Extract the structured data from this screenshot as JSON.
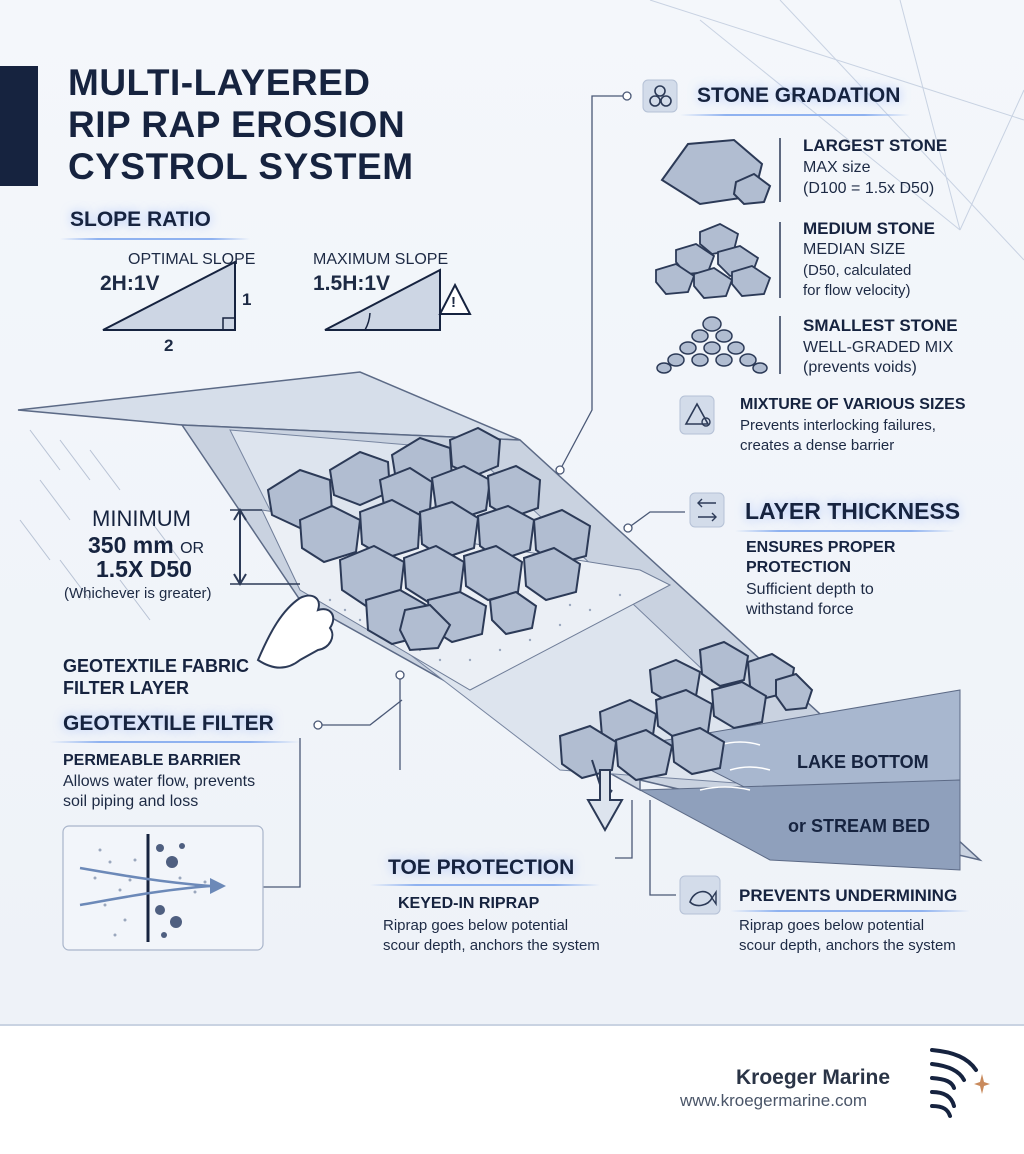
{
  "title": {
    "line1": "MULTI-LAYERED",
    "line2": "RIP RAP EROSION",
    "line3": "CYSTROL SYSTEM"
  },
  "slope_ratio": {
    "heading": "SLOPE RATIO",
    "optimal": {
      "label": "OPTIMAL SLOPE",
      "value": "2H:1V",
      "rise": "1",
      "run": "2"
    },
    "maximum": {
      "label": "MAXIMUM SLOPE",
      "value": "1.5H:1V"
    },
    "warning_glyph": "!"
  },
  "stone_gradation": {
    "heading": "STONE GRADATION",
    "largest": {
      "title": "LARGEST STONE",
      "line1": "MAX size",
      "line2": "(D100 = 1.5x D50)"
    },
    "medium": {
      "title": "MEDIUM STONE",
      "line1": "MEDIAN SIZE",
      "line2": "(D50, calculated",
      "line3": "for flow velocity)"
    },
    "smallest": {
      "title": "SMALLEST STONE",
      "line1": "WELL-GRADED MIX",
      "line2": "(prevents voids)"
    },
    "mixture": {
      "title": "MIXTURE OF VARIOUS SIZES",
      "line1": "Prevents interlocking failures,",
      "line2": "creates a dense barrier"
    }
  },
  "layer_thickness": {
    "heading": "LAYER THICKNESS",
    "subtitle1": "ENSURES PROPER",
    "subtitle2": "PROTECTION",
    "line1": "Sufficient depth to",
    "line2": "withstand force"
  },
  "minimum": {
    "label": "MINIMUM",
    "value_main": "350 mm",
    "value_or": "OR",
    "value_alt": "1.5X D50",
    "note": "(Whichever is greater)"
  },
  "geotextile_fabric": {
    "line1": "GEOTEXTILE FABRIC",
    "line2": "FILTER LAYER"
  },
  "geotextile_filter": {
    "heading": "GEOTEXTILE FILTER",
    "subtitle": "PERMEABLE BARRIER",
    "line1": "Allows water flow, prevents",
    "line2": "soil piping and loss"
  },
  "water": {
    "lake": "LAKE BOTTOM",
    "stream": "or STREAM BED"
  },
  "toe_protection": {
    "heading": "TOE PROTECTION",
    "subtitle": "KEYED-IN RIPRAP",
    "line1": "Riprap goes below potential",
    "line2": "scour depth, anchors the system"
  },
  "undermining": {
    "heading": "PREVENTS UNDERMINING",
    "line1": "Riprap goes below potential",
    "line2": "scour depth, anchors the system"
  },
  "brand": {
    "name": "Kroeger Marine",
    "url": "www.kroegermarine.com"
  },
  "icons": [
    "stones-icon",
    "mixture-icon",
    "thickness-icon",
    "fish-icon",
    "warning-icon",
    "logo-icon"
  ],
  "colors": {
    "navy": "#16233f",
    "stone": "#a9b6cc",
    "water": "#9aabc6",
    "accent_glow": "#8fb2f0",
    "logo_star": "#c98a5c"
  }
}
